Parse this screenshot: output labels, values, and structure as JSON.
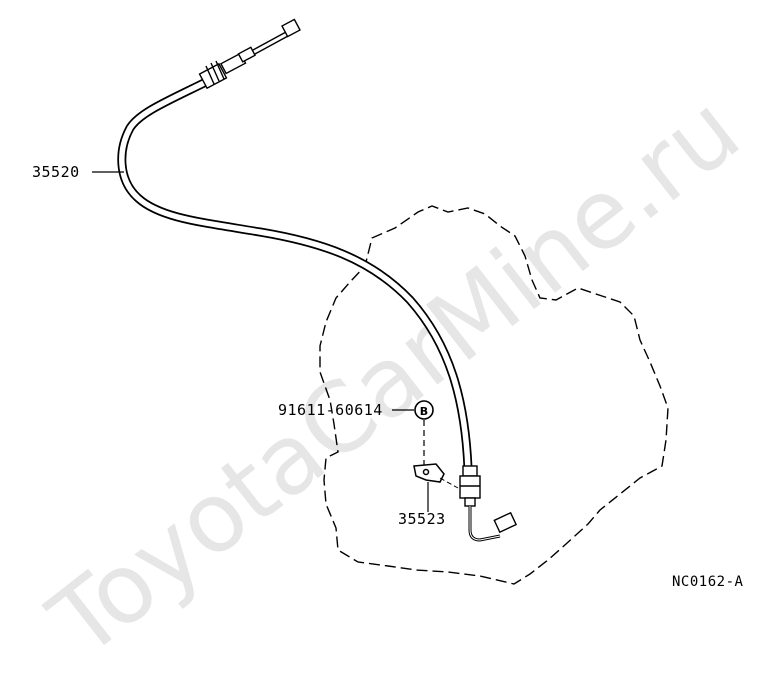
{
  "diagram": {
    "parts": {
      "cable": "35520",
      "bolt": "91611-60614",
      "bracket": "35523"
    },
    "drawing_code": "NC0162-A",
    "watermark": "ToyotaCarMine.ru"
  }
}
